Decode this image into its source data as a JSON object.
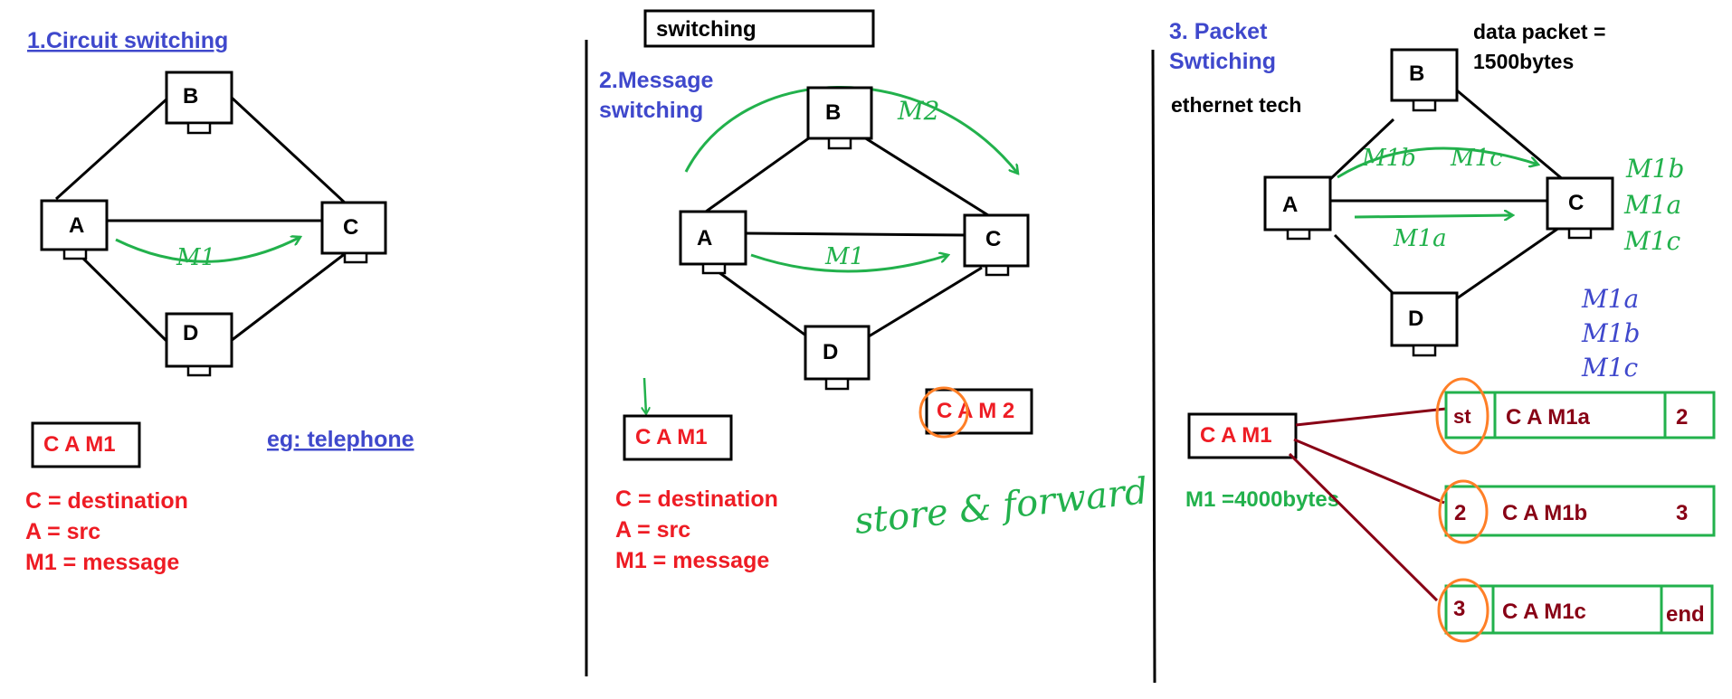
{
  "colors": {
    "black": "#000000",
    "red": "#ee1c24",
    "blue": "#3f48cc",
    "green": "#22b14c",
    "maroon": "#880015",
    "orange": "#ff7f27"
  },
  "header_box": "switching",
  "circuit": {
    "title": "1.Circuit switching",
    "nodes": {
      "a": "A",
      "b": "B",
      "c": "C",
      "d": "D"
    },
    "flow": "M1",
    "msg_box": "C A M1",
    "example": "eg: telephone",
    "legend": [
      "C = destination",
      "A = src",
      "M1 = message"
    ]
  },
  "message": {
    "title_line1": "2.Message",
    "title_line2": "switching",
    "nodes": {
      "a": "A",
      "b": "B",
      "c": "C",
      "d": "D"
    },
    "flow_1": "M1",
    "flow_2": "M2",
    "msg_box_1": "C A M1",
    "msg_box_2": "C A M 2",
    "note": "store & forward",
    "legend": [
      "C = destination",
      "A = src",
      "M1 = message"
    ]
  },
  "packet": {
    "title_line1": "3. Packet",
    "title_line2": "Swtiching",
    "packet_size_line1": "data packet =",
    "packet_size_line2": "1500bytes",
    "tech": "ethernet tech",
    "nodes": {
      "a": "A",
      "b": "B",
      "c": "C",
      "d": "D"
    },
    "flow_upper_1": "M1b",
    "flow_upper_2": "M1c",
    "flow_lower": "M1a",
    "green_list": [
      "M1b",
      "M1a",
      "M1c"
    ],
    "blue_list": [
      "M1a",
      "M1b",
      "M1c"
    ],
    "msg_box": "C A M1",
    "msg_size": "M1 =4000bytes",
    "packets": [
      {
        "seq": "st",
        "body": "C A M1a",
        "next": "2"
      },
      {
        "seq": "2",
        "body": "C A M1b",
        "next": "3"
      },
      {
        "seq": "3",
        "body": "C A M1c",
        "next": "end"
      }
    ]
  }
}
